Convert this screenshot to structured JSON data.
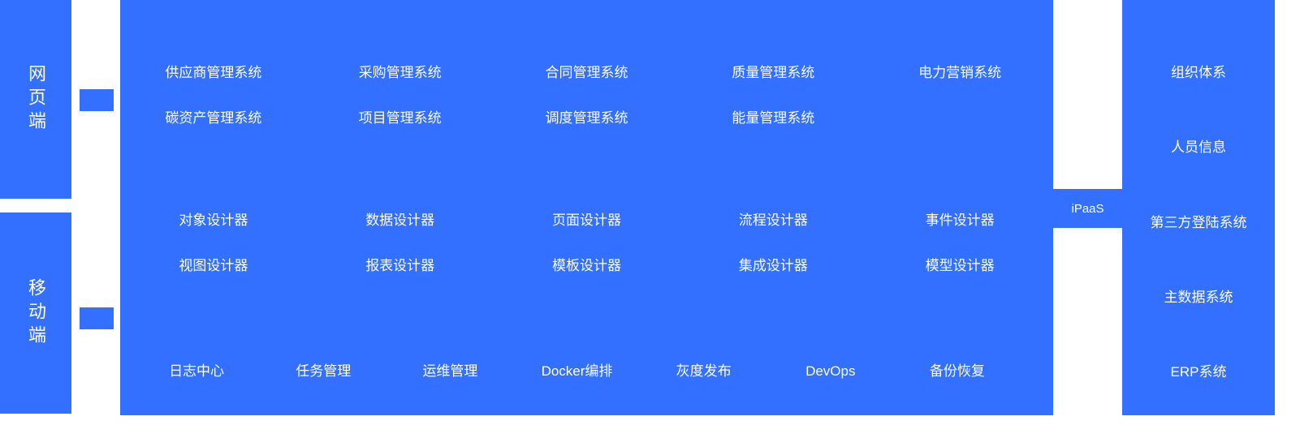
{
  "colors": {
    "primary": "#3370ff",
    "text": "#ffffff",
    "background": "#ffffff"
  },
  "left": {
    "web_label": "网页端",
    "mobile_label": "移动端"
  },
  "main": {
    "business": {
      "row1": [
        "供应商管理系统",
        "采购管理系统",
        "合同管理系统",
        "质量管理系统",
        "电力营销系统"
      ],
      "row2": [
        "碳资产管理系统",
        "项目管理系统",
        "调度管理系统",
        "能量管理系统"
      ]
    },
    "designers": {
      "row1": [
        "对象设计器",
        "数据设计器",
        "页面设计器",
        "流程设计器",
        "事件设计器"
      ],
      "row2": [
        "视图设计器",
        "报表设计器",
        "模板设计器",
        "集成设计器",
        "模型设计器"
      ]
    },
    "ops": [
      "日志中心",
      "任务管理",
      "运维管理",
      "Docker编排",
      "灰度发布",
      "DevOps",
      "备份恢复"
    ]
  },
  "connector": {
    "label": "iPaaS"
  },
  "right": {
    "items": [
      "组织体系",
      "人员信息",
      "第三方登陆系统",
      "主数据系统",
      "ERP系统"
    ]
  }
}
